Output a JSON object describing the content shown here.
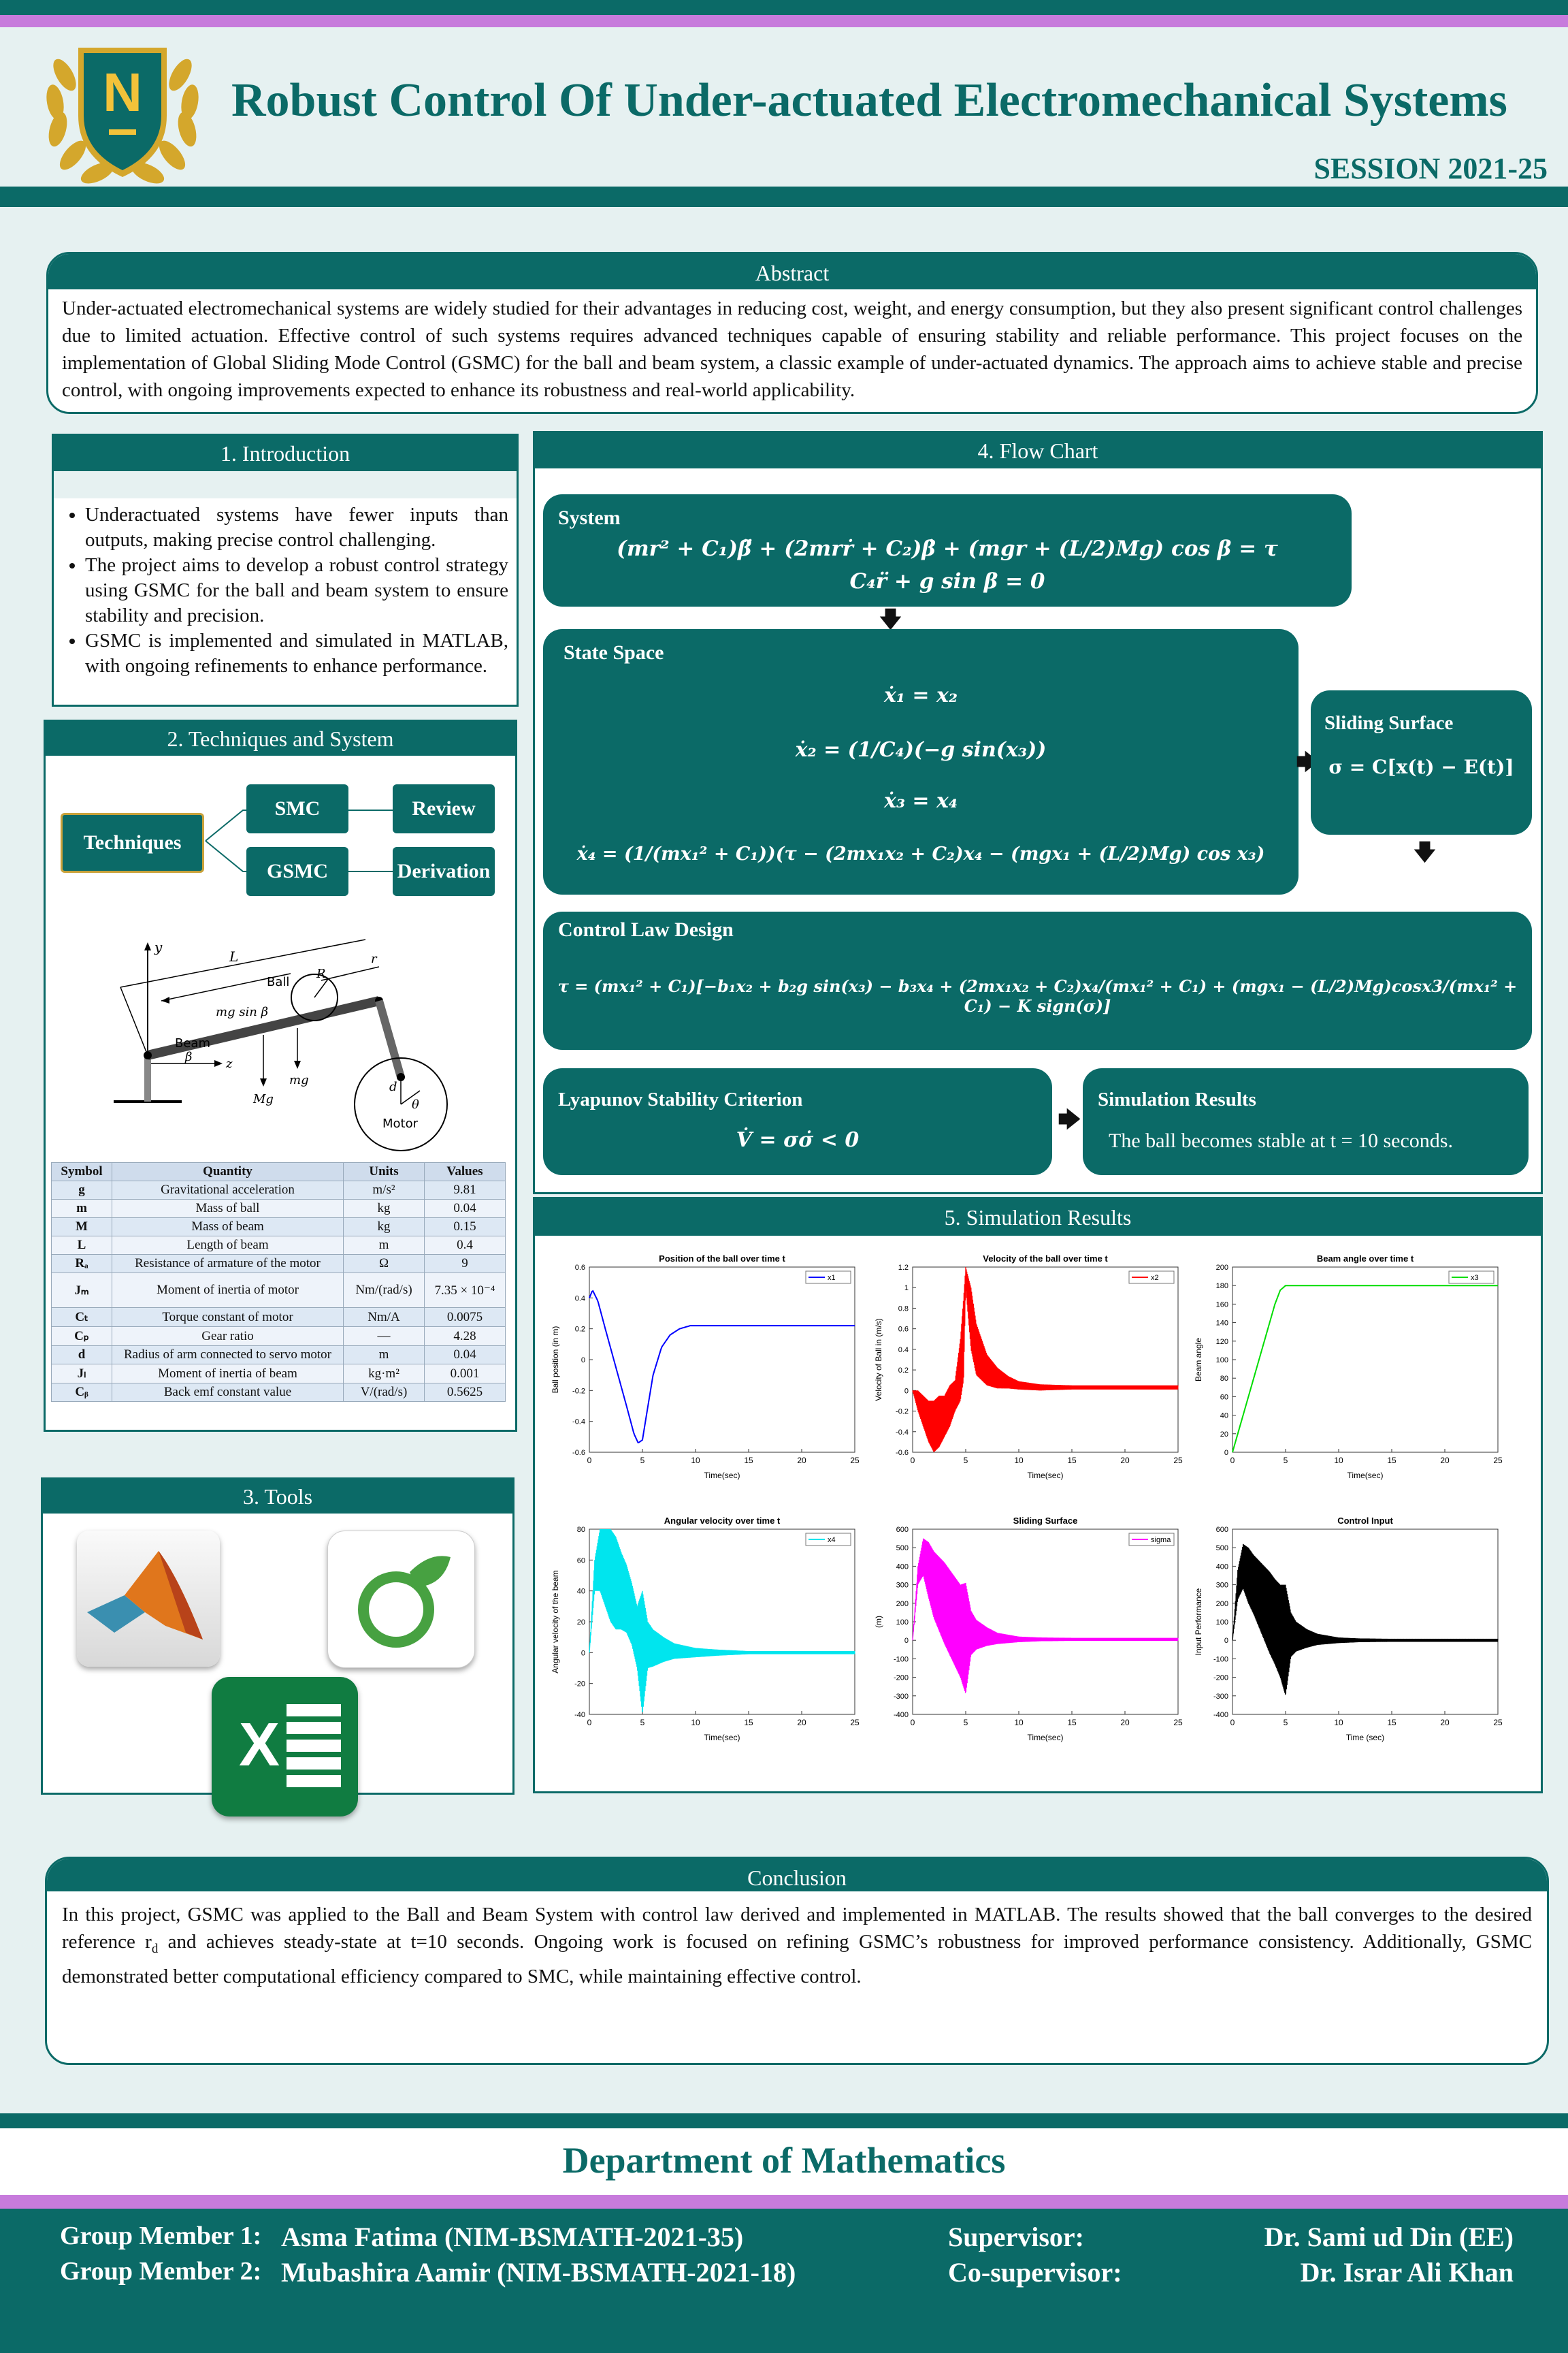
{
  "header": {
    "logo_letter": "N",
    "title": "Robust Control Of Under-actuated Electromechanical Systems",
    "session": "SESSION 2021-25"
  },
  "abstract": {
    "title": "Abstract",
    "text": "Under-actuated electromechanical systems are widely studied for their advantages in reducing cost, weight, and energy consumption, but they also present significant control challenges due to limited actuation. Effective control of such systems requires advanced techniques capable of ensuring stability and reliable performance. This project focuses on the implementation of Global Sliding Mode Control (GSMC) for the ball and beam system, a classic example of under-actuated dynamics. The approach aims to achieve stable and precise control, with ongoing improvements expected to enhance its robustness and real-world applicability."
  },
  "introduction": {
    "title": "1. Introduction",
    "bullets": [
      "Underactuated systems have fewer inputs than outputs, making precise control challenging.",
      "The project aims to develop a robust control strategy using GSMC for the ball and beam system to ensure stability and precision.",
      "GSMC is implemented and simulated in MATLAB, with ongoing refinements to enhance performance."
    ]
  },
  "techniques": {
    "title": "2. Techniques and  System",
    "root": "Techniques",
    "smc": "SMC",
    "gsmc": "GSMC",
    "review": "Review",
    "derivation": "Derivation",
    "diagram": {
      "y": "y",
      "L": "L",
      "ball": "Ball",
      "R": "R",
      "r": "r",
      "mgsin": "mg sin β",
      "beam": "Beam",
      "beta": "β",
      "z": "z",
      "Mg": "Mg",
      "mg": "mg",
      "d": "d",
      "theta": "θ",
      "motor": "Motor"
    },
    "table_headers": [
      "Symbol",
      "Quantity",
      "Units",
      "Values"
    ],
    "table_rows": [
      [
        "g",
        "Gravitational acceleration",
        "m/s²",
        "9.81"
      ],
      [
        "m",
        "Mass of ball",
        "kg",
        "0.04"
      ],
      [
        "M",
        "Mass of beam",
        "kg",
        "0.15"
      ],
      [
        "L",
        "Length of beam",
        "m",
        "0.4"
      ],
      [
        "Rₐ",
        "Resistance of armature of the motor",
        "Ω",
        "9"
      ],
      [
        "Jₘ",
        "Moment of inertia of motor",
        "Nm/(rad/s)",
        "7.35 × 10⁻⁴"
      ],
      [
        "Cₜ",
        "Torque constant of motor",
        "Nm/A",
        "0.0075"
      ],
      [
        "Cₚ",
        "Gear ratio",
        "—",
        "4.28"
      ],
      [
        "d",
        "Radius of arm connected to servo motor",
        "m",
        "0.04"
      ],
      [
        "Jₗ",
        "Moment of inertia of beam",
        "kg·m²",
        "0.001"
      ],
      [
        "Cᵦ",
        "Back emf constant value",
        "V/(rad/s)",
        "0.5625"
      ]
    ]
  },
  "tools": {
    "title": "3.  Tools",
    "excel_letter": "X"
  },
  "flowchart": {
    "title": "4. Flow Chart",
    "system_title": "System",
    "system_eq1": "(mr² + C₁)β̈ + (2mrṙ + C₂)β̇ + (mgr + (L/2)Mg) cos β = τ",
    "system_eq2": "C₄r̈ + g sin β = 0",
    "state_title": "State Space",
    "state_eqs": [
      "ẋ₁ = x₂",
      "ẋ₂ = (1/C₄)(−g sin(x₃))",
      "ẋ₃ = x₄",
      "ẋ₄ = (1/(mx₁² + C₁))(τ − (2mx₁x₂ + C₂)x₄ − (mgx₁ + (L/2)Mg) cos x₃)"
    ],
    "sliding_title": "Sliding Surface",
    "sliding_eq": "σ = C[x(t) − E(t)]",
    "control_title": "Control Law Design",
    "control_eq": "τ = (mx₁² + C₁)[−b₁x₂ + b₂g sin(x₃) − b₃x₄ + (2mx₁x₂ + C₂)x₄/(mx₁² + C₁) + (mgx₁ − (L/2)Mg)cosx3/(mx₁² + C₁) − K sign(σ)]",
    "lyap_title": "Lyapunov Stability Criterion",
    "lyap_eq": "V̇ = σσ̇ < 0",
    "sim_title": "Simulation Results",
    "sim_text": "The ball becomes stable at t = 10 seconds."
  },
  "simulation": {
    "title": "5. Simulation Results"
  },
  "chart_data": [
    {
      "type": "line",
      "title": "Position of the ball over time t",
      "xlabel": "Time(sec)",
      "ylabel": "Ball position (in m)",
      "legend": "x1",
      "color": "#0000ff",
      "xlim": [
        0,
        25
      ],
      "ylim": [
        -0.6,
        0.6
      ],
      "xticks": [
        0,
        5,
        10,
        15,
        20,
        25
      ],
      "yticks": [
        -0.6,
        -0.4,
        -0.2,
        0,
        0.2,
        0.4,
        0.6
      ],
      "legend_position": "top-right",
      "x": [
        0,
        0.3,
        0.8,
        1.5,
        2.5,
        3.5,
        4.2,
        4.6,
        5.0,
        5.4,
        6.0,
        6.8,
        7.6,
        8.5,
        9.5,
        11,
        13,
        16,
        20,
        25
      ],
      "y": [
        0.4,
        0.45,
        0.38,
        0.2,
        -0.05,
        -0.3,
        -0.48,
        -0.54,
        -0.52,
        -0.35,
        -0.1,
        0.08,
        0.16,
        0.2,
        0.22,
        0.22,
        0.22,
        0.22,
        0.22,
        0.22
      ]
    },
    {
      "type": "line",
      "title": "Velocity of the ball over time t",
      "xlabel": "Time(sec)",
      "ylabel": "Velocity of Ball in (m/s)",
      "legend": "x2",
      "color": "#ff0000",
      "xlim": [
        0,
        25
      ],
      "ylim": [
        -0.6,
        1.2
      ],
      "xticks": [
        0,
        5,
        10,
        15,
        20,
        25
      ],
      "yticks": [
        -0.6,
        -0.4,
        -0.2,
        0,
        0.2,
        0.4,
        0.6,
        0.8,
        1,
        1.2
      ],
      "legend_position": "top-right",
      "x": [
        0,
        0.5,
        1,
        1.5,
        2,
        2.5,
        3,
        3.5,
        4,
        4.5,
        4.8,
        5,
        5.5,
        6,
        7,
        8,
        9,
        10,
        12,
        15,
        18,
        21,
        25
      ],
      "y": [
        0,
        -0.1,
        -0.2,
        -0.3,
        -0.35,
        -0.3,
        -0.25,
        -0.15,
        -0.05,
        0.2,
        0.5,
        1.1,
        0.7,
        0.4,
        0.2,
        0.12,
        0.08,
        0.05,
        0.03,
        0.03,
        0.03,
        0.03,
        0.03
      ],
      "oscillation_amplitude": [
        0,
        0.1,
        0.15,
        0.2,
        0.25,
        0.25,
        0.2,
        0.2,
        0.15,
        0.3,
        0.4,
        0.1,
        0.3,
        0.25,
        0.15,
        0.1,
        0.06,
        0.04,
        0.03,
        0.02,
        0.02,
        0.02,
        0.02
      ]
    },
    {
      "type": "line",
      "title": "Beam angle over time t",
      "xlabel": "Time(sec)",
      "ylabel": "Beam angle",
      "legend": "x3",
      "color": "#00dd00",
      "xlim": [
        0,
        25
      ],
      "ylim": [
        0,
        200
      ],
      "xticks": [
        0,
        5,
        10,
        15,
        20,
        25
      ],
      "yticks": [
        0,
        20,
        40,
        60,
        80,
        100,
        120,
        140,
        160,
        180,
        200
      ],
      "legend_position": "top-right",
      "x": [
        0,
        0.5,
        1,
        1.5,
        2,
        2.5,
        3,
        3.5,
        4,
        4.5,
        5,
        6,
        8,
        10,
        15,
        20,
        25
      ],
      "y": [
        0,
        20,
        40,
        60,
        80,
        100,
        120,
        140,
        160,
        175,
        180,
        180,
        180,
        180,
        180,
        180,
        180
      ]
    },
    {
      "type": "line",
      "title": "Angular velocity over time t",
      "xlabel": "Time(sec)",
      "ylabel": "Angular velocity of the beam",
      "legend": "x4",
      "color": "#00e5ee",
      "xlim": [
        0,
        25
      ],
      "ylim": [
        -40,
        80
      ],
      "xticks": [
        0,
        5,
        10,
        15,
        20,
        25
      ],
      "yticks": [
        -40,
        -20,
        0,
        20,
        40,
        60,
        80
      ],
      "legend_position": "top-right",
      "x": [
        0,
        0.5,
        1,
        1.5,
        2,
        2.5,
        3,
        3.5,
        4,
        4.5,
        5,
        5.5,
        6,
        7,
        8,
        10,
        12,
        15,
        20,
        25
      ],
      "y": [
        0,
        50,
        60,
        55,
        50,
        45,
        40,
        35,
        25,
        10,
        0,
        5,
        3,
        2,
        1,
        0,
        0,
        0,
        0,
        0
      ],
      "oscillation_amplitude": [
        0,
        10,
        20,
        25,
        30,
        30,
        25,
        22,
        20,
        20,
        40,
        15,
        12,
        8,
        5,
        3,
        2,
        1,
        1,
        1
      ]
    },
    {
      "type": "line",
      "title": "Sliding Surface",
      "xlabel": "Time(sec)",
      "ylabel": "(m)",
      "legend": "sigma",
      "color": "#ff00ff",
      "xlim": [
        0,
        25
      ],
      "ylim": [
        -400,
        600
      ],
      "xticks": [
        0,
        5,
        10,
        15,
        20,
        25
      ],
      "yticks": [
        -400,
        -300,
        -200,
        -100,
        0,
        100,
        200,
        300,
        400,
        500,
        600
      ],
      "legend_position": "top-right",
      "x": [
        0,
        0.5,
        1,
        1.5,
        2,
        2.5,
        3,
        3.5,
        4,
        4.5,
        5,
        5.5,
        6,
        7,
        8,
        10,
        12,
        15,
        20,
        25
      ],
      "y": [
        0,
        350,
        450,
        380,
        300,
        250,
        200,
        150,
        100,
        50,
        10,
        40,
        30,
        20,
        10,
        5,
        5,
        5,
        5,
        5
      ],
      "oscillation_amplitude": [
        0,
        50,
        100,
        150,
        180,
        200,
        220,
        230,
        240,
        250,
        300,
        120,
        80,
        50,
        30,
        15,
        10,
        8,
        8,
        8
      ]
    },
    {
      "type": "line",
      "title": "Control Input",
      "xlabel": "Time (sec)",
      "ylabel": "Input Performance",
      "legend": "",
      "color": "#000000",
      "xlim": [
        0,
        25
      ],
      "ylim": [
        -400,
        600
      ],
      "xticks": [
        0,
        5,
        10,
        15,
        20,
        25
      ],
      "yticks": [
        -400,
        -300,
        -200,
        -100,
        0,
        100,
        200,
        300,
        400,
        500,
        600
      ],
      "legend_position": "",
      "x": [
        0,
        0.5,
        1,
        1.5,
        2,
        2.5,
        3,
        3.5,
        4,
        4.5,
        5,
        5.5,
        6,
        7,
        8,
        10,
        12,
        15,
        20,
        25
      ],
      "y": [
        0,
        300,
        400,
        350,
        300,
        250,
        200,
        150,
        100,
        50,
        0,
        30,
        20,
        10,
        5,
        0,
        0,
        0,
        0,
        0
      ],
      "oscillation_amplitude": [
        0,
        80,
        120,
        150,
        160,
        180,
        200,
        220,
        230,
        250,
        300,
        120,
        80,
        50,
        30,
        15,
        10,
        8,
        8,
        8
      ]
    }
  ],
  "conclusion": {
    "title": "Conclusion",
    "text1": "In this project, GSMC was applied to the Ball and Beam System with control law derived and implemented in MATLAB. The results showed that the ball converges to the desired reference r",
    "text_sub": "d",
    "text2": " and achieves steady-state at t=10 seconds. Ongoing work is focused on refining GSMC’s robustness for improved performance consistency. Additionally, GSMC demonstrated better computational efficiency compared to SMC, while maintaining effective control."
  },
  "footer": {
    "department": "Department of Mathematics",
    "member1_label": "Group Member 1:",
    "member1": "Asma Fatima (NIM-BSMATH-2021-35)",
    "member2_label": "Group Member 2:",
    "member2": "Mubashira Aamir (NIM-BSMATH-2021-18)",
    "supervisor_label": "Supervisor:",
    "supervisor": "Dr. Sami ud Din (EE)",
    "cosupervisor_label": "Co-supervisor:",
    "cosupervisor": "Dr. Israr Ali Khan"
  },
  "colors": {
    "primary": "#0b6a67",
    "accent": "#c77bdc",
    "background": "#e6f1f1"
  }
}
